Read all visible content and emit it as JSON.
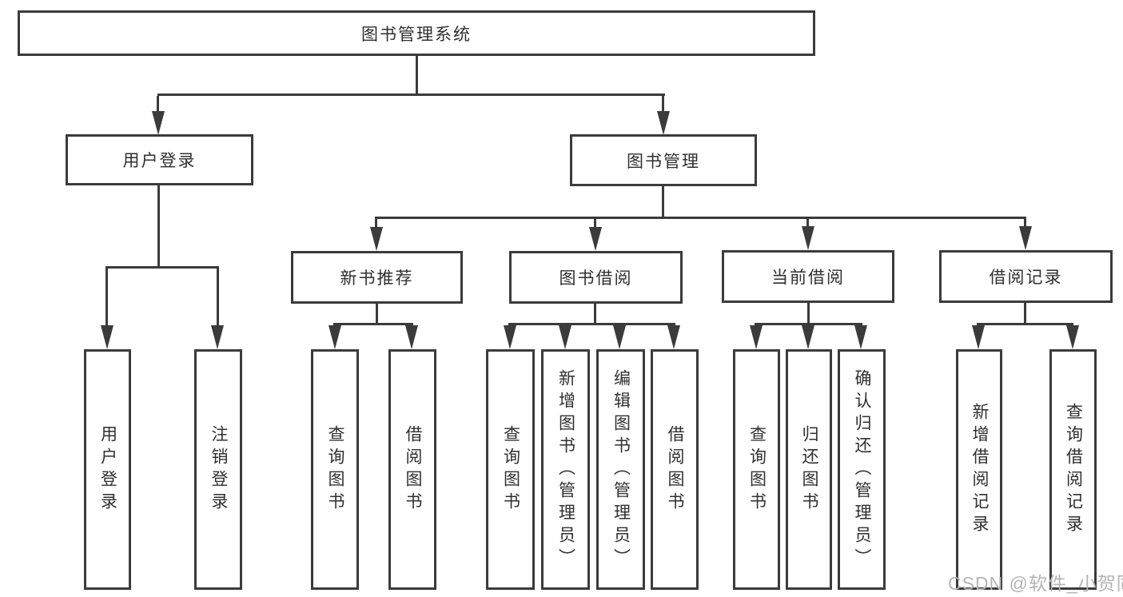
{
  "colors": {
    "line": "#3b3b3b",
    "text": "#2f2f2f",
    "background": "#ffffff",
    "watermark": "#b4b4b4"
  },
  "watermark": {
    "text": "CSDN @软件_小贺同学"
  },
  "tree": {
    "root": {
      "label": "图书管理系统"
    },
    "branches": [
      {
        "label": "用户登录",
        "leaves": [
          {
            "label": "用户登录"
          },
          {
            "label": "注销登录"
          }
        ]
      },
      {
        "label": "图书管理",
        "groups": [
          {
            "label": "新书推荐",
            "leaves": [
              {
                "label": "查询图书"
              },
              {
                "label": "借阅图书"
              }
            ]
          },
          {
            "label": "图书借阅",
            "leaves": [
              {
                "label": "查询图书"
              },
              {
                "label": "新增图书（管理员）"
              },
              {
                "label": "编辑图书（管理员）"
              },
              {
                "label": "借阅图书"
              }
            ]
          },
          {
            "label": "当前借阅",
            "leaves": [
              {
                "label": "查询图书"
              },
              {
                "label": "归还图书"
              },
              {
                "label": "确认归还（管理员）"
              }
            ]
          },
          {
            "label": "借阅记录",
            "leaves": [
              {
                "label": "新增借阅记录"
              },
              {
                "label": "查询借阅记录"
              }
            ]
          }
        ]
      }
    ]
  }
}
